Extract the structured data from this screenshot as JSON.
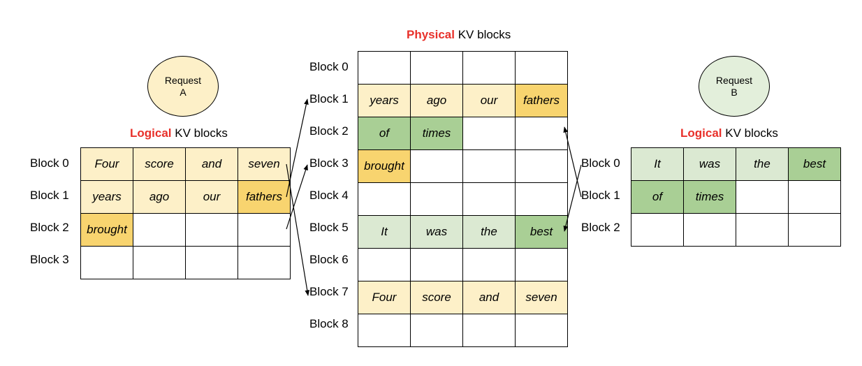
{
  "request_a": {
    "line1": "Request",
    "line2": "A"
  },
  "request_b": {
    "line1": "Request",
    "line2": "B"
  },
  "logical_title": {
    "highlight": "Logical",
    "rest": " KV blocks"
  },
  "physical_title": {
    "highlight": "Physical",
    "rest": " KV blocks"
  },
  "logical_a": {
    "labels": [
      "Block 0",
      "Block 1",
      "Block 2",
      "Block 3"
    ],
    "rows": [
      [
        "Four",
        "score",
        "and",
        "seven"
      ],
      [
        "years",
        "ago",
        "our",
        "fathers"
      ],
      [
        "brought",
        "",
        "",
        ""
      ],
      [
        "",
        "",
        "",
        ""
      ]
    ],
    "shade": [
      [
        "y1",
        "y1",
        "y1",
        "y1"
      ],
      [
        "y1",
        "y1",
        "y1",
        "y2"
      ],
      [
        "y2",
        "",
        "",
        ""
      ],
      [
        "",
        "",
        "",
        ""
      ]
    ]
  },
  "physical": {
    "labels": [
      "Block 0",
      "Block 1",
      "Block 2",
      "Block 3",
      "Block 4",
      "Block 5",
      "Block 6",
      "Block 7",
      "Block 8"
    ],
    "rows": [
      [
        "",
        "",
        "",
        ""
      ],
      [
        "years",
        "ago",
        "our",
        "fathers"
      ],
      [
        "of",
        "times",
        "",
        ""
      ],
      [
        "brought",
        "",
        "",
        ""
      ],
      [
        "",
        "",
        "",
        ""
      ],
      [
        "It",
        "was",
        "the",
        "best"
      ],
      [
        "",
        "",
        "",
        ""
      ],
      [
        "Four",
        "score",
        "and",
        "seven"
      ],
      [
        "",
        "",
        "",
        ""
      ]
    ],
    "shade": [
      [
        "",
        "",
        "",
        ""
      ],
      [
        "y1",
        "y1",
        "y1",
        "y2"
      ],
      [
        "g2",
        "g2",
        "",
        ""
      ],
      [
        "y2",
        "",
        "",
        ""
      ],
      [
        "",
        "",
        "",
        ""
      ],
      [
        "g1",
        "g1",
        "g1",
        "g2"
      ],
      [
        "",
        "",
        "",
        ""
      ],
      [
        "y1",
        "y1",
        "y1",
        "y1"
      ],
      [
        "",
        "",
        "",
        ""
      ]
    ]
  },
  "logical_b": {
    "labels": [
      "Block 0",
      "Block 1",
      "Block 2"
    ],
    "rows": [
      [
        "It",
        "was",
        "the",
        "best"
      ],
      [
        "of",
        "times",
        "",
        ""
      ],
      [
        "",
        "",
        "",
        ""
      ]
    ],
    "shade": [
      [
        "g1",
        "g1",
        "g1",
        "g2"
      ],
      [
        "g2",
        "g2",
        "",
        ""
      ],
      [
        "",
        "",
        "",
        ""
      ]
    ]
  },
  "colors": {
    "highlight_red": "#e8302a",
    "yellow_light": "#fdf0c8",
    "yellow_dark": "#f8d46f",
    "green_light": "#dbe9d2",
    "green_dark": "#a9cf95"
  }
}
